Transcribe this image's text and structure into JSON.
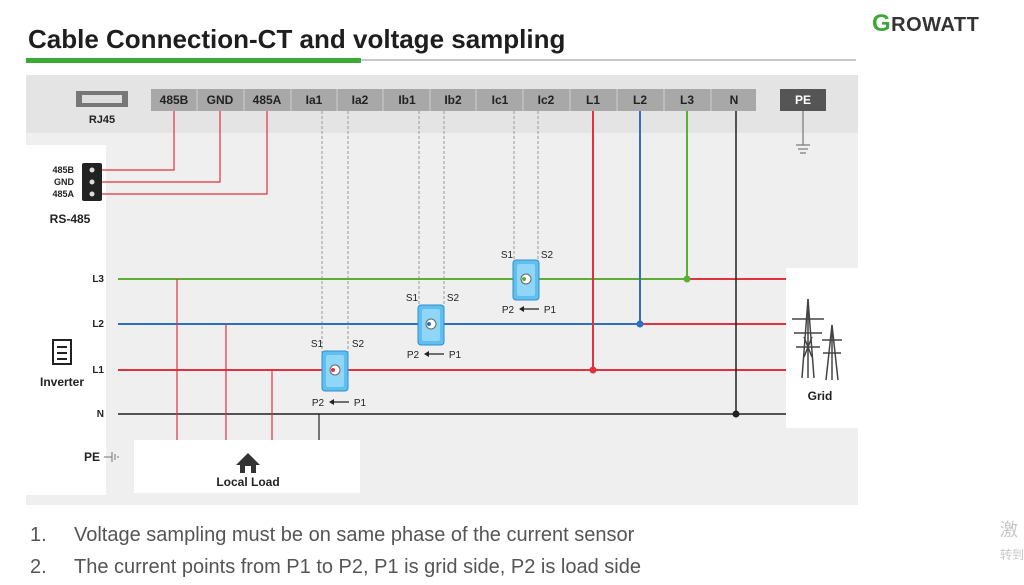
{
  "header": {
    "title": "Cable Connection-CT and voltage sampling",
    "logo_initial": "G",
    "logo_rest": "ROWATT"
  },
  "diagram": {
    "terminals": [
      "485B",
      "GND",
      "485A",
      "Ia1",
      "Ia2",
      "Ib1",
      "Ib2",
      "Ic1",
      "Ic2",
      "L1",
      "L2",
      "L3",
      "N"
    ],
    "pe_terminal": "PE",
    "rj45_label": "RJ45",
    "rs485_label": "RS-485",
    "rs485_pins": [
      "485B",
      "GND",
      "485A"
    ],
    "inverter_label": "Inverter",
    "line_labels": [
      "L3",
      "L2",
      "L1",
      "N"
    ],
    "pe_label": "PE",
    "local_load_label": "Local Load",
    "grid_label": "Grid",
    "ct_labels": {
      "s1": "S1",
      "s2": "S2",
      "p2": "P2",
      "p1": "P1"
    },
    "colors": {
      "L1": "#e0313f",
      "L2": "#2f6fbf",
      "L3": "#5ab033",
      "N": "#222222",
      "accent": "#3aaa35"
    }
  },
  "notes": [
    {
      "num": "1.",
      "text": "Voltage sampling must be on same phase of the current sensor"
    },
    {
      "num": "2.",
      "text": "The current points from P1 to P2, P1 is grid side, P2 is load side"
    }
  ],
  "side_text": [
    "激",
    "转到"
  ]
}
